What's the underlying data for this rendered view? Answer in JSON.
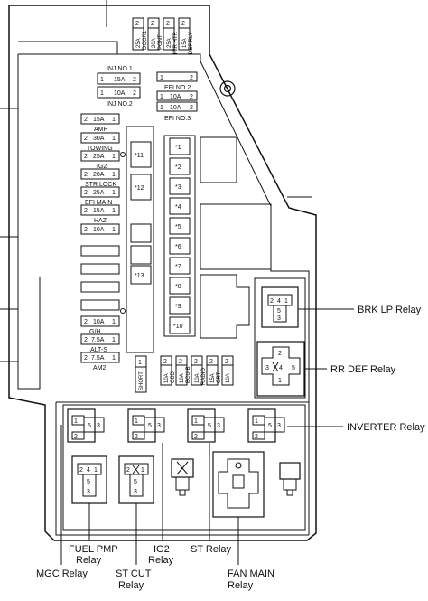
{
  "upper_fuses": [
    {
      "id": "door1",
      "slot": "2",
      "amp": "25A",
      "name": "DOOR1"
    },
    {
      "id": "pont",
      "slot": "2",
      "amp": "20A",
      "name": "PONT"
    },
    {
      "id": "mirhtr",
      "slot": "2",
      "amp": "25A",
      "name": "MIR HTR"
    },
    {
      "id": "defrly",
      "slot": "2",
      "amp": "15A",
      "name": "DEF RLY"
    }
  ],
  "inj": {
    "label1": "INJ NO.1",
    "label2": "INJ NO.2",
    "row1": {
      "a": "1",
      "amp": "15A",
      "b": "2"
    },
    "row2": {
      "a": "1",
      "amp": "10A",
      "b": "2"
    }
  },
  "efi": {
    "label2": "EFI NO.2",
    "label3": "EFI NO.3",
    "row1": {
      "a": "1",
      "b": "2"
    },
    "row2": {
      "a": "1",
      "amp": "10A",
      "b": "2"
    },
    "row3": {
      "a": "1",
      "amp": "10A",
      "b": "2"
    }
  },
  "left_fuses": [
    {
      "slot": "2",
      "amp": "15A",
      "n": "1",
      "name": "AMP"
    },
    {
      "slot": "2",
      "amp": "30A",
      "n": "1",
      "name": "TOWING"
    },
    {
      "slot": "2",
      "amp": "25A",
      "n": "1",
      "name": "IG2"
    },
    {
      "slot": "2",
      "amp": "20A",
      "n": "1",
      "name": "STR LOCK"
    },
    {
      "slot": "2",
      "amp": "25A",
      "n": "1",
      "name": "EFI MAIN"
    },
    {
      "slot": "2",
      "amp": "15A",
      "n": "1",
      "name": "HAZ"
    },
    {
      "slot": "2",
      "amp": "10A",
      "n": "1",
      "name": ""
    }
  ],
  "lower_left_fuses": [
    {
      "slot": "2",
      "amp": "10A",
      "n": "1",
      "name": "G/H"
    },
    {
      "slot": "2",
      "amp": "7.5A",
      "n": "1",
      "name": "ALT-S"
    },
    {
      "slot": "2",
      "amp": "7.5A",
      "n": "1",
      "name": "AM2"
    }
  ],
  "big_fuses": [
    "*11",
    "*12",
    "*13"
  ],
  "right_fuses": [
    "*1",
    "*2",
    "*3",
    "*4",
    "*5",
    "*6",
    "*7",
    "*8",
    "*9",
    "*10"
  ],
  "bottom_fuses": [
    {
      "slot": "1",
      "name": "SHORT",
      "amp": ""
    },
    {
      "slot": "2",
      "name": "",
      "amp": "10A"
    },
    {
      "slot": "2",
      "name": "OBD",
      "amp": "10A"
    },
    {
      "slot": "2",
      "name": "ECU-B",
      "amp": "10A"
    },
    {
      "slot": "2",
      "name": "RADIO",
      "amp": "15A"
    },
    {
      "slot": "2",
      "name": "CRT",
      "amp": "10A"
    }
  ],
  "relays": {
    "brk_lp": "BRK LP Relay",
    "rr_def": "RR DEF Relay",
    "inverter": "INVERTER Relay",
    "fuel_pmp": [
      "FUEL PMP",
      "Relay"
    ],
    "mgc": "MGC Relay",
    "st_cut": [
      "ST CUT",
      "Relay"
    ],
    "ig2": [
      "IG2",
      "Relay"
    ],
    "st": "ST Relay",
    "fan_main": [
      "FAN MAIN",
      "Relay"
    ]
  },
  "pins": {
    "p1": "1",
    "p2": "2",
    "p3": "3",
    "p4": "4",
    "p5": "5"
  }
}
